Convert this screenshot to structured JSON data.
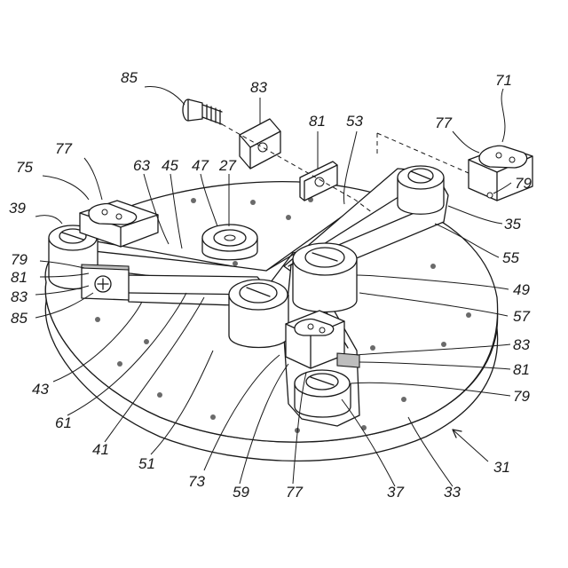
{
  "figure": {
    "reference_numerals": [
      {
        "id": "n85a",
        "text": "85"
      },
      {
        "id": "n83a",
        "text": "83"
      },
      {
        "id": "n71",
        "text": "71"
      },
      {
        "id": "n77a",
        "text": "77"
      },
      {
        "id": "n81a",
        "text": "81"
      },
      {
        "id": "n53",
        "text": "53"
      },
      {
        "id": "n77b",
        "text": "77"
      },
      {
        "id": "n63",
        "text": "63"
      },
      {
        "id": "n45",
        "text": "45"
      },
      {
        "id": "n47",
        "text": "47"
      },
      {
        "id": "n27",
        "text": "27"
      },
      {
        "id": "n75",
        "text": "75"
      },
      {
        "id": "n79a",
        "text": "79"
      },
      {
        "id": "n39",
        "text": "39"
      },
      {
        "id": "n35",
        "text": "35"
      },
      {
        "id": "n55",
        "text": "55"
      },
      {
        "id": "n79b",
        "text": "79"
      },
      {
        "id": "n81b",
        "text": "81"
      },
      {
        "id": "n83b",
        "text": "83"
      },
      {
        "id": "n85b",
        "text": "85"
      },
      {
        "id": "n49",
        "text": "49"
      },
      {
        "id": "n57",
        "text": "57"
      },
      {
        "id": "n83c",
        "text": "83"
      },
      {
        "id": "n81c",
        "text": "81"
      },
      {
        "id": "n79c",
        "text": "79"
      },
      {
        "id": "n43",
        "text": "43"
      },
      {
        "id": "n61",
        "text": "61"
      },
      {
        "id": "n41",
        "text": "41"
      },
      {
        "id": "n51",
        "text": "51"
      },
      {
        "id": "n73",
        "text": "73"
      },
      {
        "id": "n59",
        "text": "59"
      },
      {
        "id": "n77c",
        "text": "77"
      },
      {
        "id": "n37",
        "text": "37"
      },
      {
        "id": "n33",
        "text": "33"
      },
      {
        "id": "n31",
        "text": "31"
      }
    ]
  }
}
